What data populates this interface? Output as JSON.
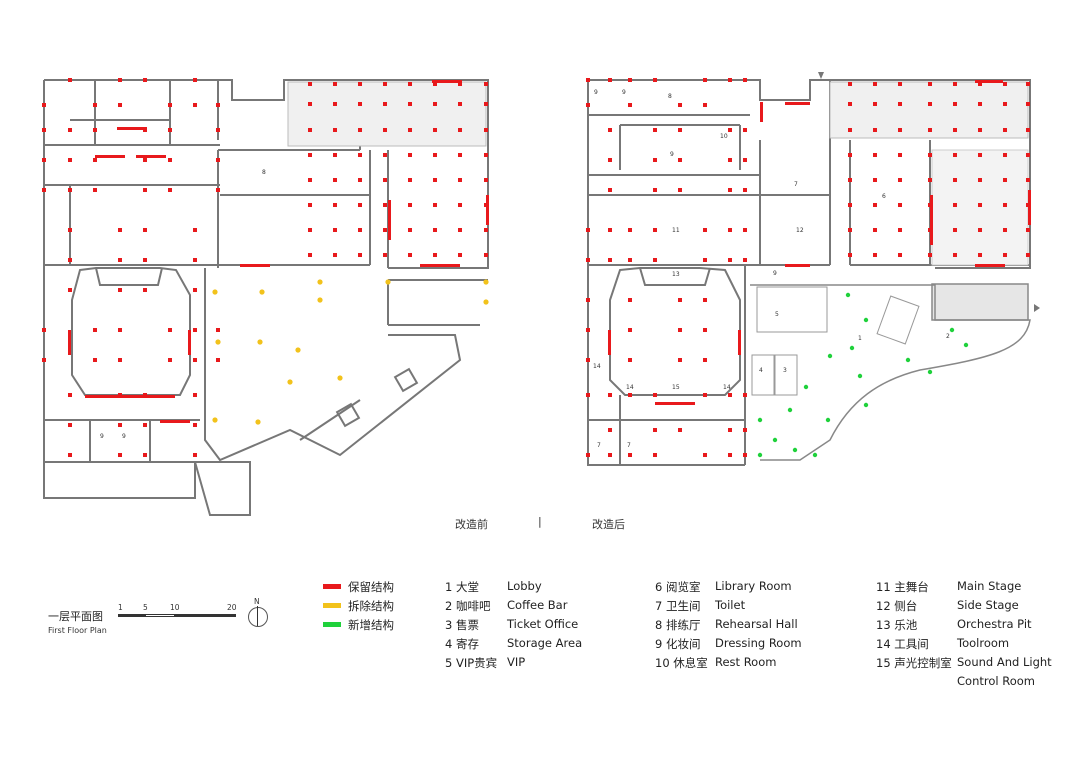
{
  "captions": {
    "before": "改造前",
    "after": "改造后"
  },
  "legend": [
    {
      "label": "保留结构",
      "color": "#e8191c"
    },
    {
      "label": "拆除结构",
      "color": "#f2c21b"
    },
    {
      "label": "新增结构",
      "color": "#1fd13b"
    }
  ],
  "rooms": [
    {
      "num": "1 大堂",
      "en": "Lobby"
    },
    {
      "num": "2 咖啡吧",
      "en": "Coffee Bar"
    },
    {
      "num": "3 售票",
      "en": "Ticket Office"
    },
    {
      "num": "4 寄存",
      "en": "Storage Area"
    },
    {
      "num": "5 VIP贵宾",
      "en": "VIP"
    },
    {
      "num": "6 阅览室",
      "en": "Library Room"
    },
    {
      "num": "7 卫生间",
      "en": "Toilet"
    },
    {
      "num": "8 排练厅",
      "en": "Rehearsal Hall"
    },
    {
      "num": "9 化妆间",
      "en": "Dressing Room"
    },
    {
      "num": "10 休息室",
      "en": "Rest Room"
    },
    {
      "num": "11 主舞台",
      "en": "Main Stage"
    },
    {
      "num": "12 侧台",
      "en": "Side Stage"
    },
    {
      "num": "13 乐池",
      "en": "Orchestra Pit"
    },
    {
      "num": "14 工具间",
      "en": "Toolroom"
    },
    {
      "num": "15 声光控制室",
      "en": "Sound And Light"
    }
  ],
  "room_extra": "Control Room",
  "scale": {
    "title": "一层平面图",
    "subtitle": "First Floor Plan",
    "ticks": [
      "1",
      "5",
      "10",
      "20"
    ],
    "north": "N"
  },
  "plan_labels": {
    "after": [
      "9",
      "9",
      "8",
      "10",
      "9",
      "7",
      "6",
      "11",
      "12",
      "13",
      "9",
      "5",
      "1",
      "2",
      "4",
      "3",
      "14",
      "14",
      "15",
      "14",
      "7",
      "7"
    ],
    "before": [
      "8",
      "9",
      "9"
    ]
  }
}
